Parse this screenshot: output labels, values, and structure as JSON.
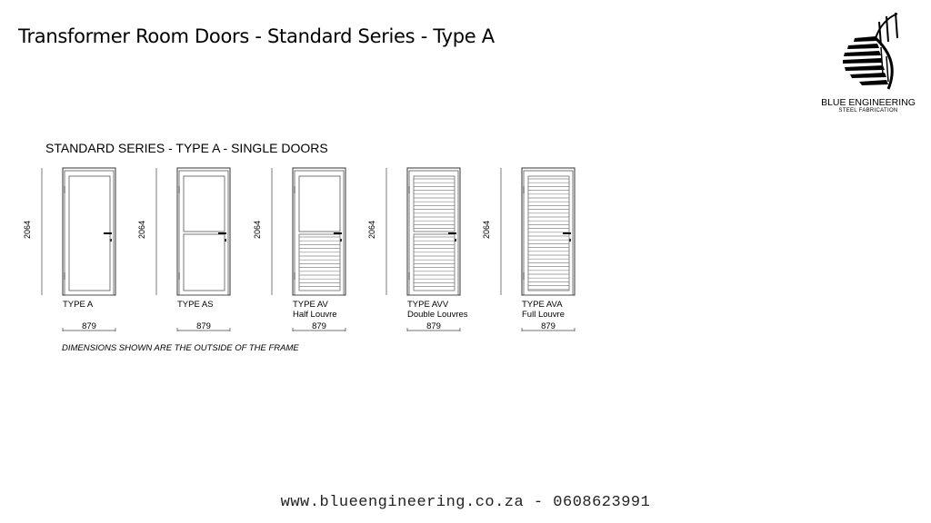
{
  "title": "Transformer Room Doors - Standard Series - Type A",
  "logo": {
    "name": "BLUE ENGINEERING",
    "subtitle": "STEEL FABRICATION"
  },
  "section_title": "STANDARD SERIES - TYPE A - SINGLE DOORS",
  "doors": [
    {
      "type": "TYPE A",
      "sub": "",
      "height": "2064",
      "width": "879",
      "style": "single-panel"
    },
    {
      "type": "TYPE AS",
      "sub": "",
      "height": "2064",
      "width": "879",
      "style": "split-panel"
    },
    {
      "type": "TYPE AV",
      "sub": "Half Louvre",
      "height": "2064",
      "width": "879",
      "style": "half-louvre"
    },
    {
      "type": "TYPE AVV",
      "sub": "Double Louvres",
      "height": "2064",
      "width": "879",
      "style": "double-louvre"
    },
    {
      "type": "TYPE AVA",
      "sub": "Full Louvre",
      "height": "2064",
      "width": "879",
      "style": "full-louvre"
    }
  ],
  "note": "DIMENSIONS SHOWN ARE THE OUTSIDE OF THE FRAME",
  "footer": "www.blueengineering.co.za - 0608623991"
}
